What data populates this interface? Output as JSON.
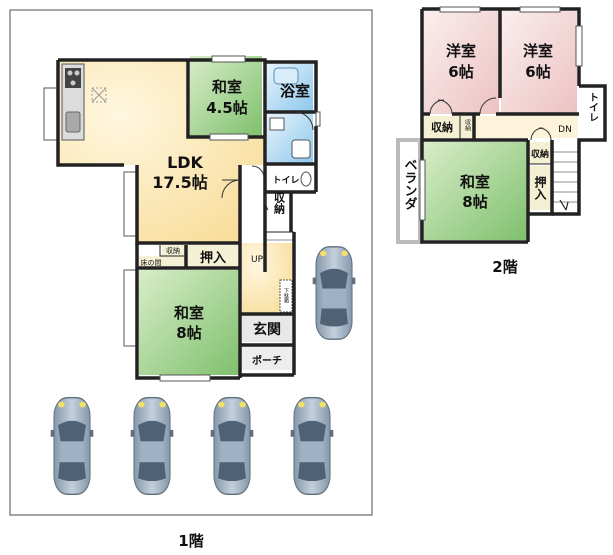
{
  "floor1": {
    "label": "1階",
    "rooms": {
      "ldk": {
        "name": "LDK",
        "size": "17.5帖"
      },
      "washitsu45": {
        "name": "和室",
        "size": "4.5帖"
      },
      "bath": {
        "name": "浴室"
      },
      "toilet": {
        "name": "トイレ"
      },
      "storage": {
        "name": "収納"
      },
      "closet": {
        "name": "押入"
      },
      "storage_small": {
        "name": "収納"
      },
      "tokonoma": {
        "name": "床の間"
      },
      "washitsu8": {
        "name": "和室",
        "size": "8帖"
      },
      "genkan": {
        "name": "玄関"
      },
      "porch": {
        "name": "ポーチ"
      },
      "stairs_up": "UP",
      "shoebox": "下駄箱"
    },
    "parking_spaces": 5
  },
  "floor2": {
    "label": "2階",
    "rooms": {
      "youshitsu1": {
        "name": "洋室",
        "size": "6帖"
      },
      "youshitsu2": {
        "name": "洋室",
        "size": "6帖"
      },
      "storage1": {
        "name": "収納"
      },
      "storage2": {
        "name": "収納"
      },
      "storage3": {
        "name": "収納"
      },
      "toilet": {
        "name": "トイレ"
      },
      "washitsu8": {
        "name": "和室",
        "size": "8帖"
      },
      "closet": {
        "name": "押入"
      },
      "veranda": {
        "name": "ベランダ"
      },
      "stairs_down": "DN"
    }
  },
  "colors": {
    "wall": "#222222",
    "tatami": "#a6d29a",
    "ldk_floor": "#fde9b8",
    "western_room": "#f5dada",
    "bath": "#b9dcf2",
    "wood": "#f4f0d4",
    "car_body": "#a8b8c9",
    "car_glass": "#5b6d80",
    "car_light": "#f2e06a"
  }
}
